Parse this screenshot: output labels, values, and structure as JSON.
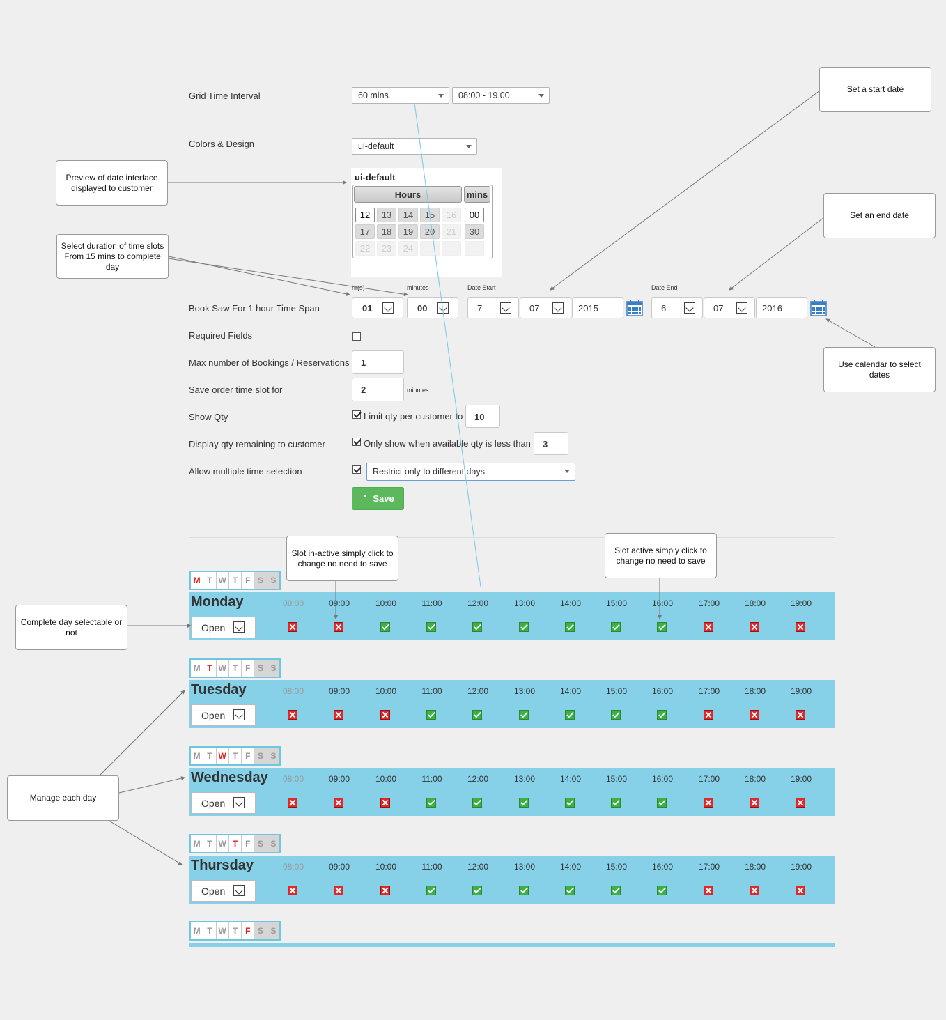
{
  "form": {
    "grid_interval_label": "Grid Time Interval",
    "interval_value": "60 mins",
    "range_value": "08:00 - 19.00",
    "colors_label": "Colors & Design",
    "theme_value": "ui-default",
    "book_label": "Book Saw For 1 hour Time Span",
    "hrs_caption": "hr(s)",
    "minutes_caption": "minutes",
    "date_start_caption": "Date Start",
    "date_end_caption": "Date End",
    "hours_value": "01",
    "minutes_value": "00",
    "start_day": "7",
    "start_month": "07",
    "start_year": "2015",
    "end_day": "6",
    "end_month": "07",
    "end_year": "2016",
    "required_label": "Required Fields",
    "max_label": "Max number of Bookings / Reservations",
    "max_value": "1",
    "save_order_label": "Save order time slot for",
    "save_order_value": "2",
    "save_order_unit": "minutes",
    "show_qty_label": "Show Qty",
    "limit_text": "Limit qty per customer to",
    "limit_value": "10",
    "display_label": "Display qty remaining to customer",
    "only_text": "Only show when available qty is less than",
    "only_value": "3",
    "multi_label": "Allow multiple time selection",
    "restrict_value": "Restrict only to different days",
    "save_label": "Save"
  },
  "preview": {
    "title": "ui-default",
    "hours_header": "Hours",
    "mins_header": "mins",
    "hours": [
      "12",
      "13",
      "14",
      "15",
      "16",
      "17",
      "18",
      "19",
      "20",
      "21",
      "22",
      "23",
      "24"
    ],
    "mins": [
      "00",
      "30"
    ]
  },
  "callouts": {
    "preview": "Preview of date interface displayed to customer",
    "duration": "Select duration of time slots From 15 mins to complete day",
    "start": "Set a start date",
    "end": "Set an end date",
    "calendar": "Use calendar to select dates",
    "inactive": "Slot in-active simply click to change no need to save",
    "active": "Slot active simply click to change no need to save",
    "complete": "Complete day selectable or not",
    "manage": "Manage each day"
  },
  "weekday_letters": [
    "M",
    "T",
    "W",
    "T",
    "F",
    "S",
    "S"
  ],
  "times": [
    "08:00",
    "09:00",
    "10:00",
    "11:00",
    "12:00",
    "13:00",
    "14:00",
    "15:00",
    "16:00",
    "17:00",
    "18:00",
    "19:00"
  ],
  "open_label": "Open",
  "days": [
    {
      "name": "Monday",
      "active_index": 0,
      "slots": [
        0,
        0,
        1,
        1,
        1,
        1,
        1,
        1,
        1,
        0,
        0,
        0
      ]
    },
    {
      "name": "Tuesday",
      "active_index": 1,
      "slots": [
        0,
        0,
        0,
        1,
        1,
        1,
        1,
        1,
        1,
        0,
        0,
        0
      ]
    },
    {
      "name": "Wednesday",
      "active_index": 2,
      "slots": [
        0,
        0,
        0,
        1,
        1,
        1,
        1,
        1,
        1,
        0,
        0,
        0
      ]
    },
    {
      "name": "Thursday",
      "active_index": 3,
      "slots": [
        0,
        0,
        0,
        1,
        1,
        1,
        1,
        1,
        1,
        0,
        0,
        0
      ]
    }
  ],
  "friday_active_index": 4,
  "colors": {
    "bar": "#86d0e8",
    "save": "#5cb85c",
    "inactive": "#e02828",
    "active": "#3cb043"
  }
}
